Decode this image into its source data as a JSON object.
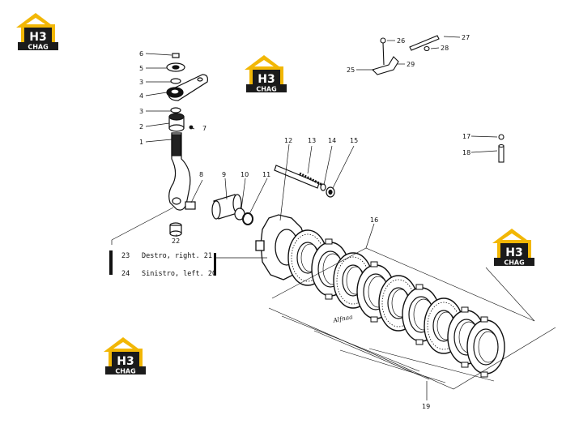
{
  "watermark": {
    "letters": "H3",
    "word": "CHAG",
    "roof_color": "#f2b705",
    "body_color": "#1b1b1b"
  },
  "labels": {
    "l1": "1",
    "l2": "2",
    "l3a": "3",
    "l3b": "3",
    "l4": "4",
    "l5": "5",
    "l6": "6",
    "l7": "7",
    "l8": "8",
    "l9": "9",
    "l10": "10",
    "l11": "11",
    "l12": "12",
    "l13": "13",
    "l14": "14",
    "l15": "15",
    "l16": "16",
    "l17": "17",
    "l18": "18",
    "l19": "19",
    "l22": "22",
    "l25": "25",
    "l26": "26",
    "l27": "27",
    "l28": "28",
    "l29": "29"
  },
  "captions": {
    "row1_num": "23",
    "row1_text": "Destro, right. 21",
    "row2_num": "24",
    "row2_text": "Sinistro, left. 20"
  },
  "signature": "Alfnaa"
}
